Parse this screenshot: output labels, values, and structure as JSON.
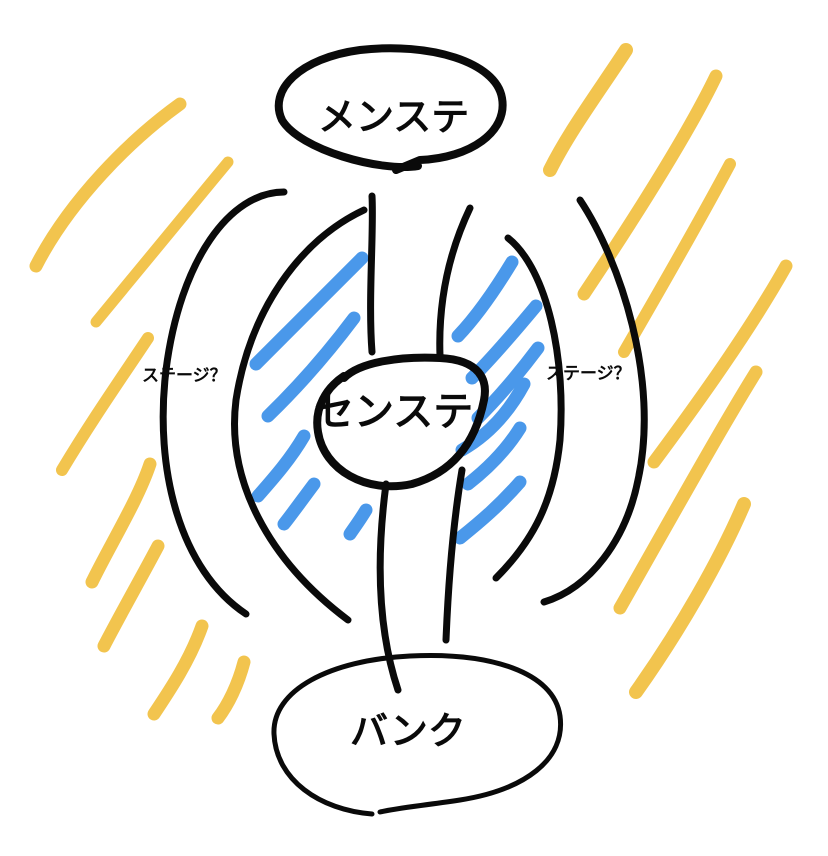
{
  "nodes": {
    "main_stage": "メンステ",
    "center_stage": "センステ",
    "bank": "バンク"
  },
  "side_labels": {
    "left": "ステージ？",
    "right": "ステージ？"
  },
  "colors": {
    "ink": "#0a0a0a",
    "yellow": "#f2c44e",
    "blue": "#4a98ea",
    "background": "#ffffff"
  }
}
